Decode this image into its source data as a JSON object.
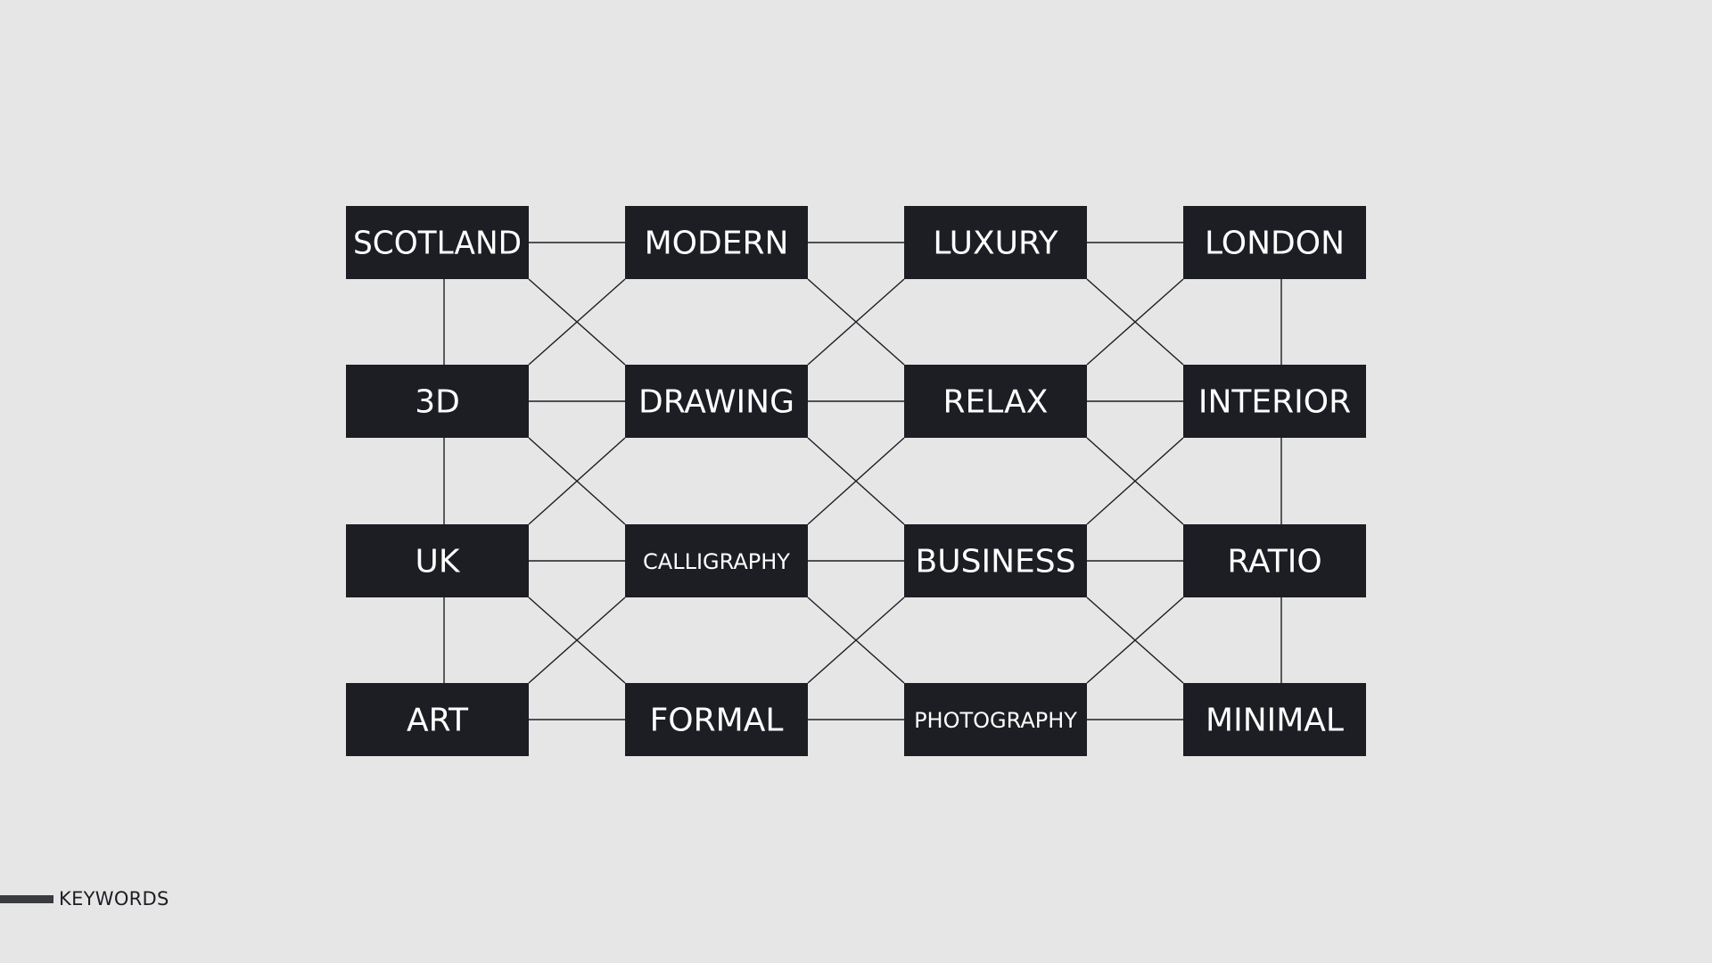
{
  "colors": {
    "background": "#e6e6e6",
    "node_fill": "#1c1e24",
    "node_text": "#ffffff",
    "edge": "#1c1e24"
  },
  "nodes": [
    {
      "id": "scotland",
      "label": "SCOTLAND"
    },
    {
      "id": "modern",
      "label": "MODERN"
    },
    {
      "id": "luxury",
      "label": "LUXURY"
    },
    {
      "id": "london",
      "label": "LONDON"
    },
    {
      "id": "3d",
      "label": "3D"
    },
    {
      "id": "drawing",
      "label": "DRAWING"
    },
    {
      "id": "relax",
      "label": "RELAX"
    },
    {
      "id": "interior",
      "label": "INTERIOR"
    },
    {
      "id": "uk",
      "label": "UK"
    },
    {
      "id": "calligraphy",
      "label": "CALLIGRAPHY"
    },
    {
      "id": "business",
      "label": "BUSINESS"
    },
    {
      "id": "ratio",
      "label": "RATIO"
    },
    {
      "id": "art",
      "label": "ART"
    },
    {
      "id": "formal",
      "label": "FORMAL"
    },
    {
      "id": "photography",
      "label": "PHOTOGRAPHY"
    },
    {
      "id": "minimal",
      "label": "MINIMAL"
    }
  ],
  "edges": [
    [
      "scotland",
      "modern"
    ],
    [
      "modern",
      "luxury"
    ],
    [
      "luxury",
      "london"
    ],
    [
      "3d",
      "drawing"
    ],
    [
      "drawing",
      "relax"
    ],
    [
      "relax",
      "interior"
    ],
    [
      "uk",
      "calligraphy"
    ],
    [
      "calligraphy",
      "business"
    ],
    [
      "business",
      "ratio"
    ],
    [
      "art",
      "formal"
    ],
    [
      "formal",
      "photography"
    ],
    [
      "photography",
      "minimal"
    ],
    [
      "scotland",
      "3d"
    ],
    [
      "3d",
      "uk"
    ],
    [
      "uk",
      "art"
    ],
    [
      "london",
      "interior"
    ],
    [
      "interior",
      "ratio"
    ],
    [
      "ratio",
      "minimal"
    ],
    [
      "scotland",
      "drawing"
    ],
    [
      "modern",
      "3d"
    ],
    [
      "modern",
      "relax"
    ],
    [
      "luxury",
      "drawing"
    ],
    [
      "luxury",
      "interior"
    ],
    [
      "london",
      "relax"
    ],
    [
      "3d",
      "calligraphy"
    ],
    [
      "drawing",
      "uk"
    ],
    [
      "drawing",
      "business"
    ],
    [
      "relax",
      "calligraphy"
    ],
    [
      "relax",
      "ratio"
    ],
    [
      "interior",
      "business"
    ],
    [
      "uk",
      "formal"
    ],
    [
      "calligraphy",
      "art"
    ],
    [
      "calligraphy",
      "photography"
    ],
    [
      "business",
      "formal"
    ],
    [
      "business",
      "minimal"
    ],
    [
      "ratio",
      "photography"
    ]
  ],
  "footer": {
    "label": "KEYWORDS"
  }
}
